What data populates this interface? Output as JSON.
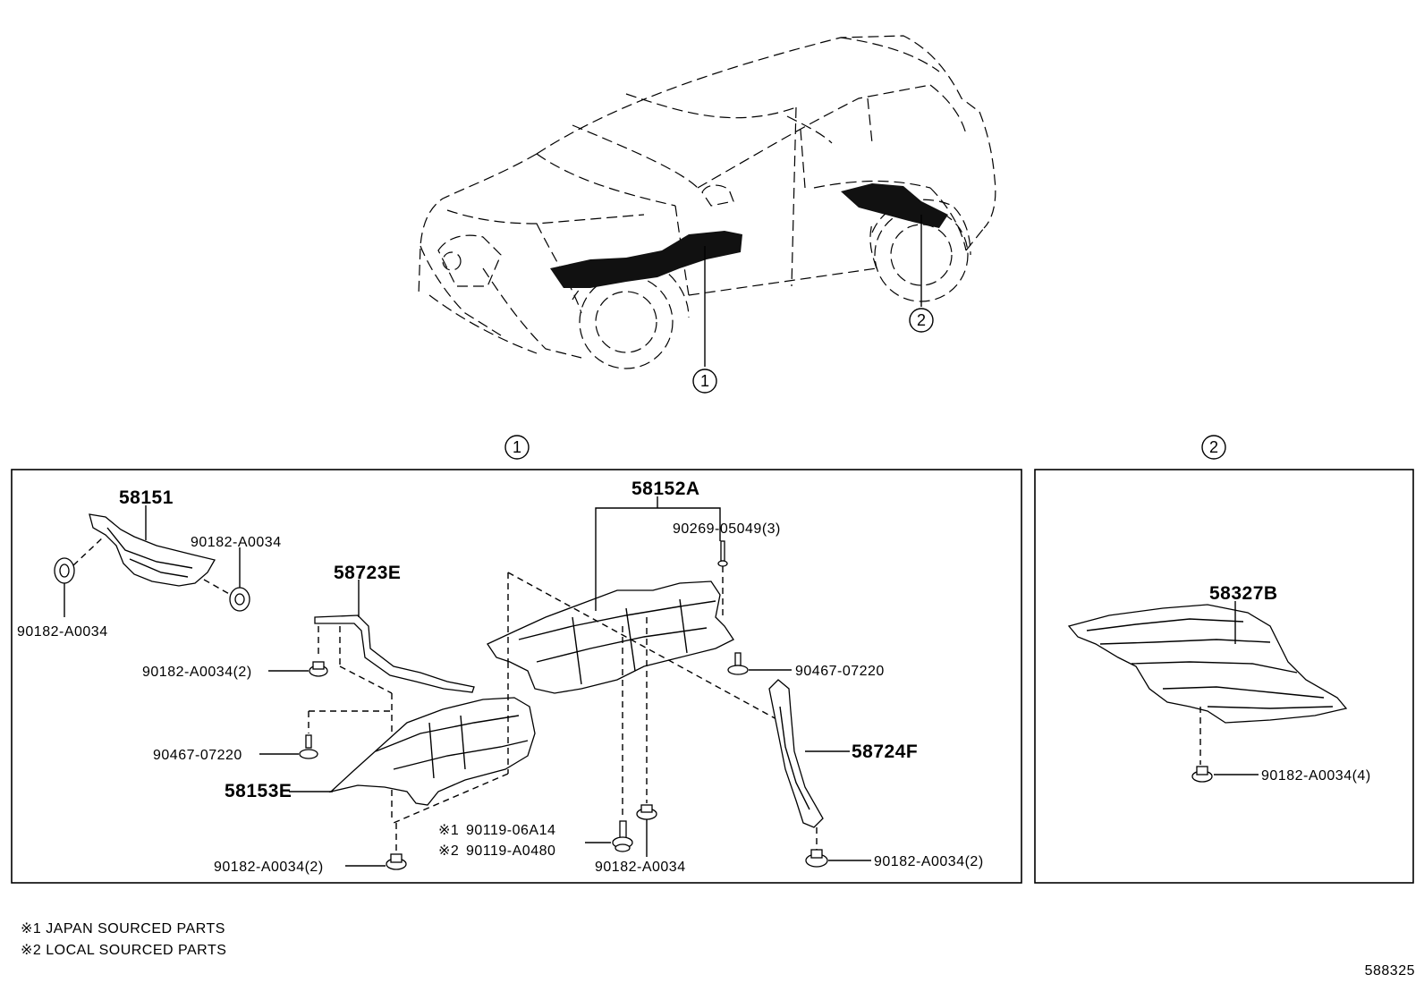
{
  "callouts": {
    "c1": "1",
    "c2": "2"
  },
  "box1": {
    "labels": {
      "p58151": "58151",
      "p90182_top": "90182-A0034",
      "p90182_left": "90182-A0034",
      "p58723E": "58723E",
      "p90182_2a": "90182-A0034(2)",
      "p90467_a": "90467-07220",
      "p58153E": "58153E",
      "p90182_2b": "90182-A0034(2)",
      "p58152A": "58152A",
      "p90269": "90269-05049(3)",
      "p90467_b": "90467-07220",
      "p58724F": "58724F",
      "p90119_1": "90119-06A14",
      "p90119_2": "90119-A0480",
      "p90182_c": "90182-A0034",
      "p90182_2c": "90182-A0034(2)",
      "mark1": "※1",
      "mark2": "※2"
    }
  },
  "box2": {
    "labels": {
      "p58327B": "58327B",
      "p90182_4": "90182-A0034(4)"
    }
  },
  "notes": {
    "n1": "※1 JAPAN SOURCED PARTS",
    "n2": "※2 LOCAL SOURCED PARTS"
  },
  "diagram_id": "588325"
}
